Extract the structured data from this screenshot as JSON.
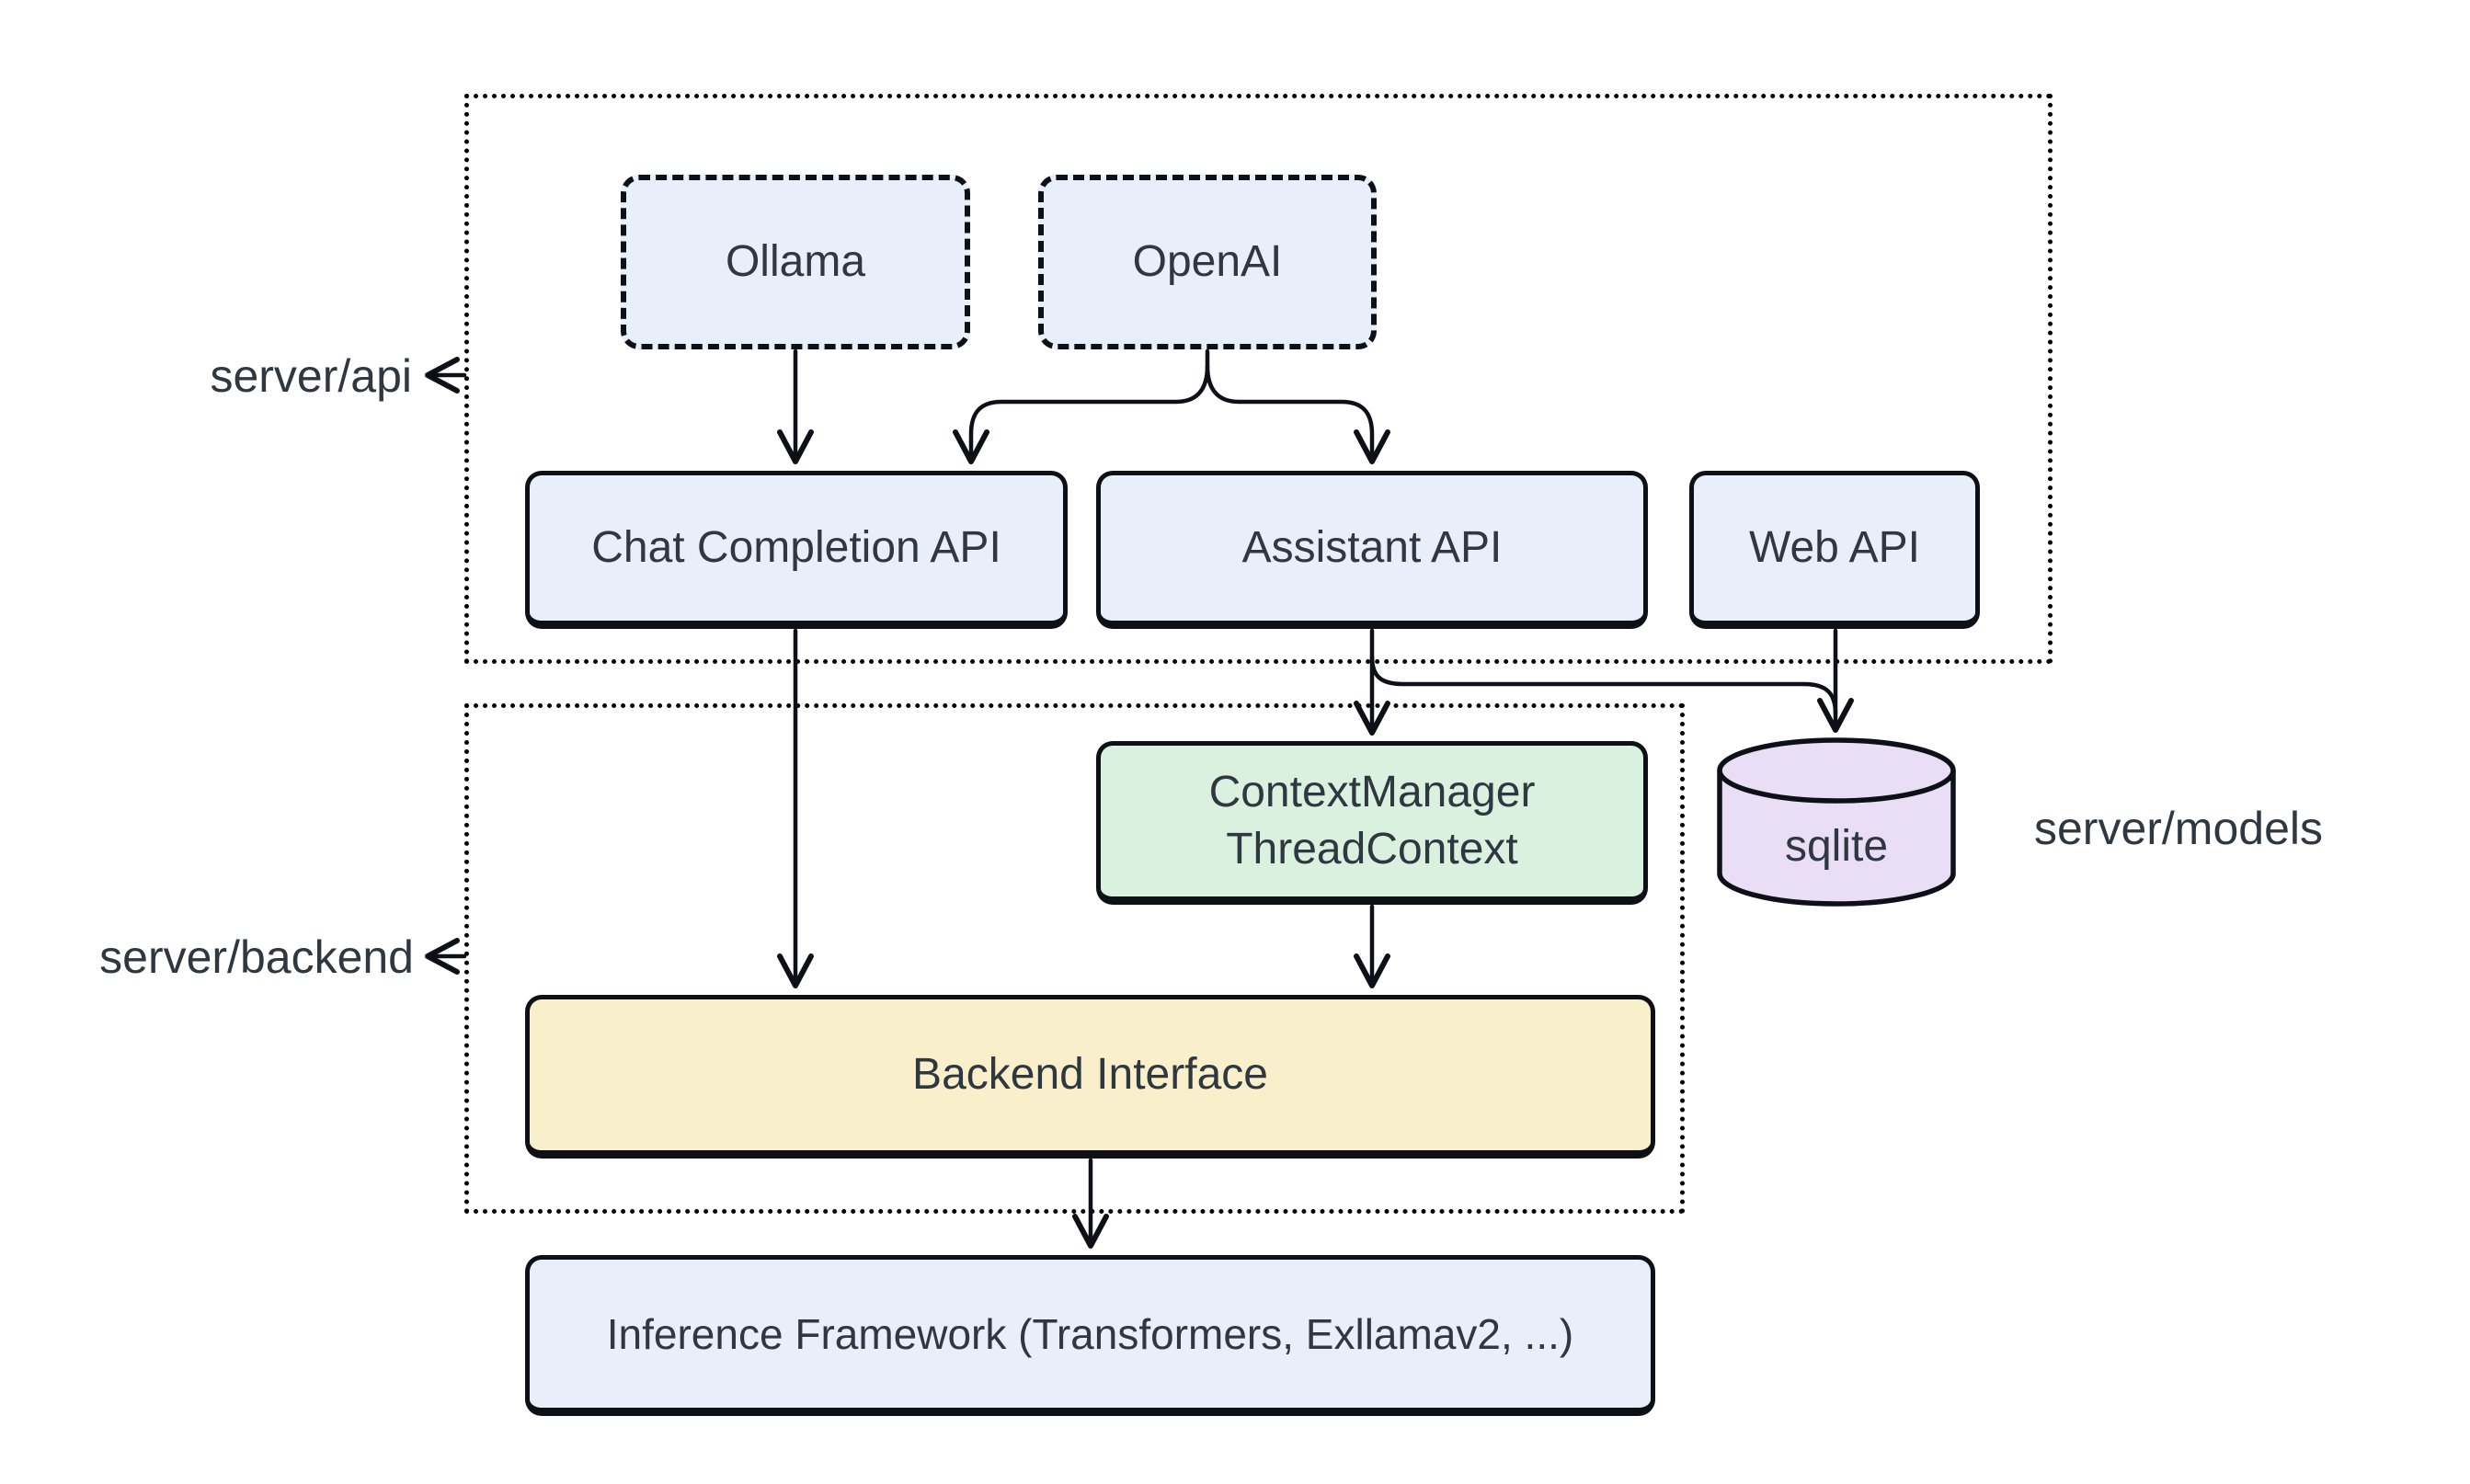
{
  "regions": {
    "server_api": {
      "label": "server/api"
    },
    "server_backend": {
      "label": "server/backend"
    },
    "server_models": {
      "label": "server/models"
    }
  },
  "nodes": {
    "ollama": {
      "label": "Ollama",
      "shape": "dashed-rect",
      "fill": "#e9effa"
    },
    "openai": {
      "label": "OpenAI",
      "shape": "dashed-rect",
      "fill": "#e9effa"
    },
    "chat_completion_api": {
      "label": "Chat Completion API",
      "shape": "rect",
      "fill": "#e9effa"
    },
    "assistant_api": {
      "label": "Assistant API",
      "shape": "rect",
      "fill": "#e9effa"
    },
    "web_api": {
      "label": "Web API",
      "shape": "rect",
      "fill": "#e9effa"
    },
    "context_manager": {
      "label_line1": "ContextManager",
      "label_line2": "ThreadContext",
      "shape": "rect",
      "fill": "#d9f1de"
    },
    "sqlite": {
      "label": "sqlite",
      "shape": "cylinder",
      "fill": "#e9def6"
    },
    "backend_interface": {
      "label": "Backend Interface",
      "shape": "rect",
      "fill": "#faefcb"
    },
    "inference_framework": {
      "label": "Inference Framework (Transformers, Exllamav2, ...)",
      "shape": "rect",
      "fill": "#e9effa"
    }
  },
  "edges": [
    {
      "from": "ollama",
      "to": "chat_completion_api"
    },
    {
      "from": "openai",
      "to": "chat_completion_api"
    },
    {
      "from": "openai",
      "to": "assistant_api"
    },
    {
      "from": "chat_completion_api",
      "to": "backend_interface"
    },
    {
      "from": "assistant_api",
      "to": "context_manager"
    },
    {
      "from": "assistant_api",
      "to": "sqlite"
    },
    {
      "from": "web_api",
      "to": "sqlite"
    },
    {
      "from": "context_manager",
      "to": "backend_interface"
    },
    {
      "from": "backend_interface",
      "to": "inference_framework"
    }
  ],
  "colors": {
    "background": "#ffffff",
    "node_blue": "#e9effa",
    "node_green": "#d9f1de",
    "node_yellow": "#faefcb",
    "node_purple": "#e9def6",
    "stroke": "#0d1117",
    "text": "#2f3740"
  }
}
